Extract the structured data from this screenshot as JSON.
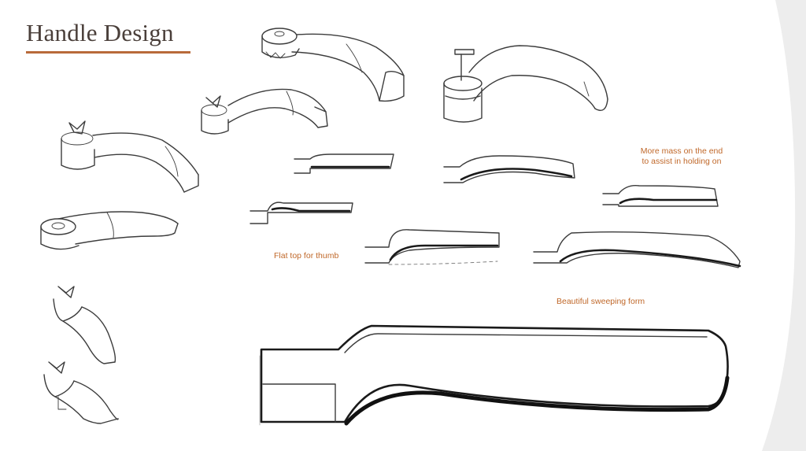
{
  "slide": {
    "title": "Handle Design",
    "accent_color": "#b86a3a",
    "annotation_color": "#c0682a",
    "notes": {
      "more_mass_line1": "More mass on the end",
      "more_mass_line2": "to assist in holding on",
      "flat_top": "Flat top for thumb",
      "sweeping_form": "Beautiful sweeping form"
    },
    "sketches": [
      "curved-handle-perspective-sketch",
      "arched-handle-perspective-sketch",
      "hooked-handle-perspective-sketch",
      "wing-nut-handle-sketch",
      "flat-handle-perspective-sketch",
      "vertical-handle-sketch",
      "handle-profile-sketch",
      "large-sweeping-handle-profile-sketch"
    ]
  }
}
